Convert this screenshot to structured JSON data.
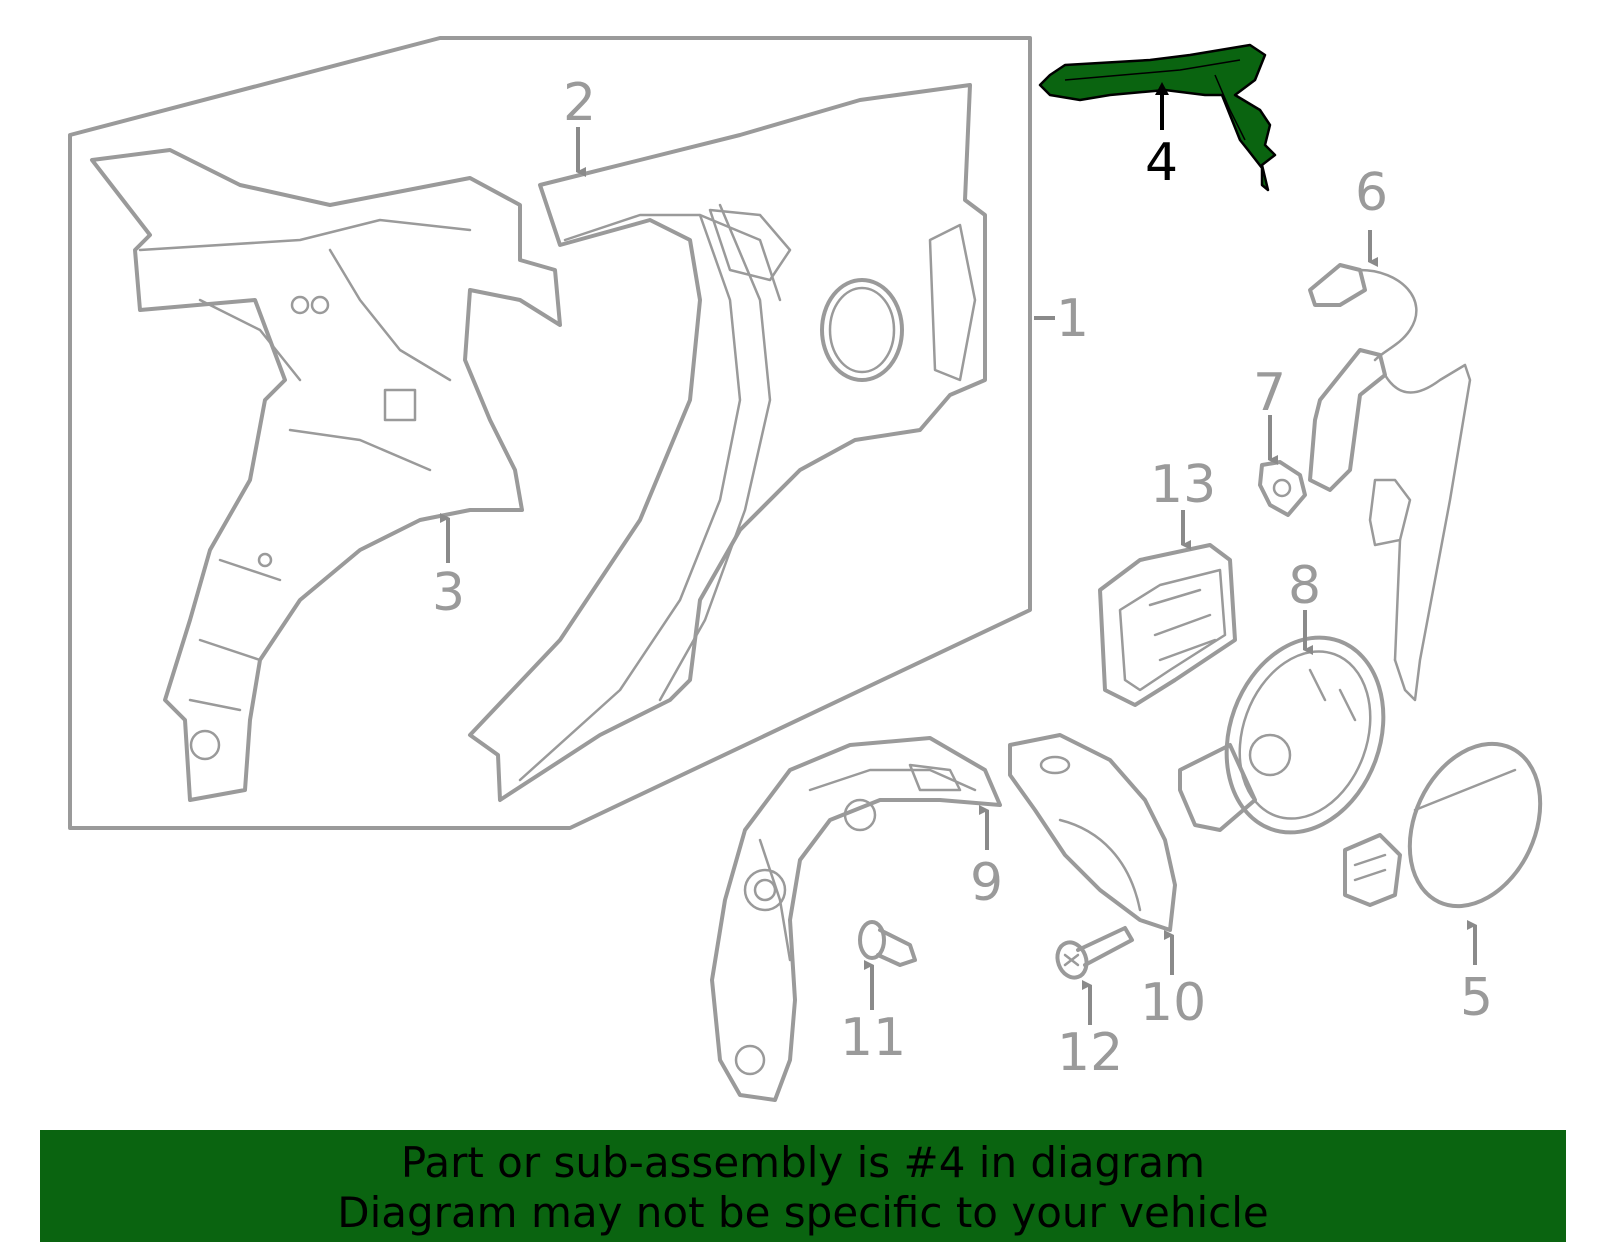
{
  "diagram": {
    "highlight_color": "#0a6410",
    "highlighted_part": "4",
    "callouts": [
      {
        "id": "c1",
        "label": "1"
      },
      {
        "id": "c2",
        "label": "2"
      },
      {
        "id": "c3",
        "label": "3"
      },
      {
        "id": "c4",
        "label": "4"
      },
      {
        "id": "c5",
        "label": "5"
      },
      {
        "id": "c6",
        "label": "6"
      },
      {
        "id": "c7",
        "label": "7"
      },
      {
        "id": "c8",
        "label": "8"
      },
      {
        "id": "c9",
        "label": "9"
      },
      {
        "id": "c10",
        "label": "10"
      },
      {
        "id": "c11",
        "label": "11"
      },
      {
        "id": "c12",
        "label": "12"
      },
      {
        "id": "c13",
        "label": "13"
      }
    ]
  },
  "banner": {
    "line1": "Part or sub-assembly is #4 in diagram",
    "line2": "Diagram may not be specific to your vehicle"
  }
}
